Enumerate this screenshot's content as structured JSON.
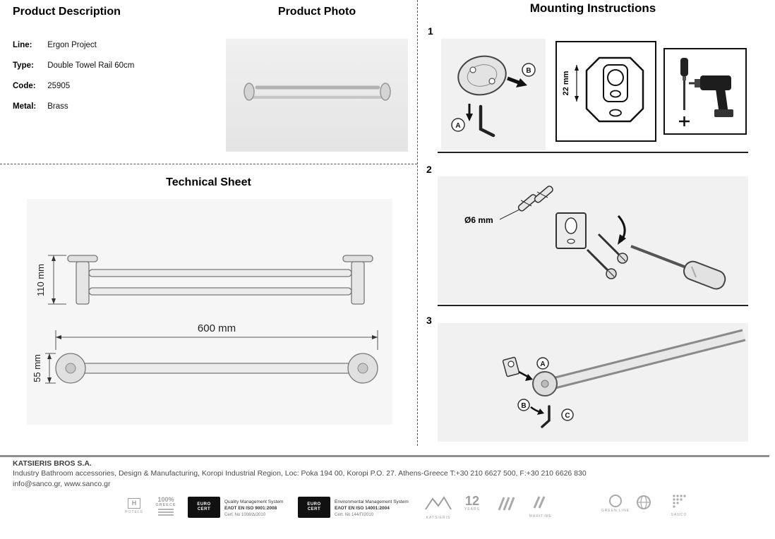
{
  "product_description": {
    "title": "Product Description",
    "fields": [
      {
        "label": "Line:",
        "value": "Ergon Project"
      },
      {
        "label": "Type:",
        "value": "Double Towel Rail 60cm"
      },
      {
        "label": "Code:",
        "value": "25905"
      },
      {
        "label": "Metal:",
        "value": "Brass"
      }
    ]
  },
  "product_photo": {
    "title": "Product Photo"
  },
  "technical_sheet": {
    "title": "Technical Sheet",
    "dimensions": {
      "height": "110 mm",
      "length": "600 mm",
      "depth": "55 mm"
    }
  },
  "mounting": {
    "title": "Mounting Instructions",
    "steps": [
      {
        "number": "1",
        "dimension": "22 mm",
        "labels": {
          "a": "A",
          "b": "B"
        }
      },
      {
        "number": "2",
        "dimension": "Ø6 mm"
      },
      {
        "number": "3",
        "labels": {
          "a": "A",
          "b": "B",
          "c": "C"
        }
      }
    ]
  },
  "footer": {
    "company": "KATSIERIS BROS S.A.",
    "address": "Industry Bathroom accessories, Design & Manufacturing, Koropi Industrial Region, Loc: Poka 194 00, Koropi P.O. 27. Athens-Greece   T:+30 210 6627 500, F:+30 210 6626 830",
    "contact": "info@sanco.gr, www.sanco.gr",
    "certifications": {
      "hotels": {
        "label": "HOTELS"
      },
      "greece": {
        "label": "100%",
        "sublabel": "GREECE"
      },
      "eurocert_quality": {
        "box_top": "EURO",
        "box_bottom": "CERT",
        "line1": "Quality Management System",
        "line2": "ΕΛΟΤ EN ISO 9001:2008",
        "line3": "Cert. No 1008/Δ/2010"
      },
      "eurocert_environment": {
        "box_top": "EURO",
        "box_bottom": "CERT",
        "line1": "Environmental Management System",
        "line2": "ΕΛΟΤ EN ISO 14001:2004",
        "line3": "Cert. No 144/Π/2010"
      },
      "katsieris": {
        "label": "KATSIERIS"
      },
      "years": {
        "label": "12",
        "sublabel": "YEARS"
      },
      "maritime": {
        "label": "MARITIME"
      },
      "greenline": {
        "label": "GREEN LINE"
      },
      "sanco": {
        "label": "SANCO"
      }
    }
  }
}
